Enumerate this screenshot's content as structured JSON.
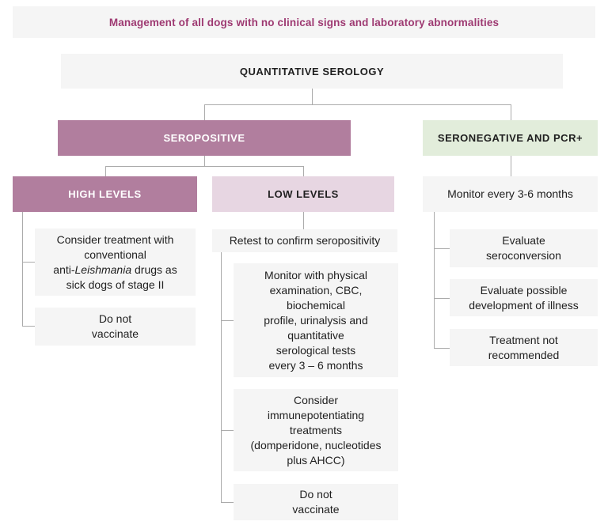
{
  "banner": {
    "text": "Management of all dogs with no clinical signs and laboratory abnormalities"
  },
  "root": {
    "label": "QUANTITATIVE SEROLOGY"
  },
  "seropositive": {
    "label": "SEROPOSITIVE"
  },
  "seronegative": {
    "label": "SERONEGATIVE AND PCR+"
  },
  "high_branch": {
    "label": "HIGH LEVELS",
    "treatment": {
      "line1": "Consider treatment with",
      "line2": "conventional",
      "line3_prefix": "anti-",
      "line3_italic": "Leishmania",
      "line3_suffix": " drugs as",
      "line4": "sick dogs of stage II"
    },
    "no_vaccinate": {
      "line1": "Do not",
      "line2": "vaccinate"
    }
  },
  "low_branch": {
    "label": "LOW LEVELS",
    "retest": "Retest to confirm seropositivity",
    "monitor": {
      "lines": [
        "Monitor with physical",
        "examination, CBC,",
        "biochemical",
        "profile, urinalysis and",
        "quantitative",
        "serological tests",
        "every 3 – 6 months"
      ]
    },
    "immuno": {
      "lines": [
        "Consider",
        "immunepotentiating",
        "treatments",
        "(domperidone, nucleotides",
        "plus AHCC)"
      ]
    },
    "no_vaccinate": {
      "line1": "Do not",
      "line2": "vaccinate"
    }
  },
  "seroneg_branch": {
    "monitor": "Monitor every 3-6 months",
    "items": [
      {
        "lines": [
          "Evaluate",
          "seroconversion"
        ]
      },
      {
        "lines": [
          "Evaluate possible",
          "development of illness"
        ]
      },
      {
        "lines": [
          "Treatment not",
          "recommended"
        ]
      }
    ]
  },
  "colors": {
    "banner_bg": "#f5f5f5",
    "banner_text": "#9e3a72",
    "mauve": "#b17e9e",
    "light_pink": "#e7d6e2",
    "light_green": "#e2eddb",
    "light_gray_box": "#f5f5f5",
    "body_text": "#1f1f1f",
    "connector_line": "#ababab"
  }
}
